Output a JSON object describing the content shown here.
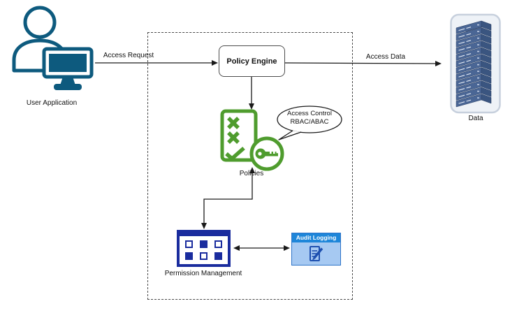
{
  "diagram_title": "access-control-flow",
  "boundary": {
    "style": "dashed-rectangle"
  },
  "nodes": {
    "user_application": {
      "label": "User Application",
      "icon": "person-at-computer-icon"
    },
    "policy_engine": {
      "label": "Policy Engine",
      "shape": "rounded-rectangle"
    },
    "data": {
      "label": "Data",
      "icon": "server-stack-icon"
    },
    "policies": {
      "label": "Policies",
      "icon": "checklist-icon"
    },
    "access_key": {
      "icon": "key-icon"
    },
    "permission_management": {
      "label": "Permission Management",
      "icon": "permissions-grid-icon"
    },
    "audit_logging": {
      "label": "Audit Logging",
      "icon": "document-pencil-icon"
    }
  },
  "edges": {
    "access_request": {
      "label": "Access Request",
      "from": "user_application",
      "to": "policy_engine",
      "direction": "one-way"
    },
    "access_data": {
      "label": "Access Data",
      "from": "policy_engine",
      "to": "data",
      "direction": "one-way"
    },
    "engine_to_policies": {
      "label": "",
      "from": "policy_engine",
      "to": "policies",
      "direction": "one-way"
    },
    "policies_permission": {
      "label": "",
      "from": "policies",
      "to": "permission_management",
      "direction": "two-way"
    },
    "permission_audit": {
      "label": "",
      "from": "permission_management",
      "to": "audit_logging",
      "direction": "two-way"
    }
  },
  "callout": {
    "line1": "Access Control",
    "line2": "RBAC/ABAC",
    "points_to": "access_key"
  },
  "colors": {
    "teal": "#0D5A7E",
    "green": "#4F9C2E",
    "navy": "#1A2C9E",
    "audit_header_blue": "#1E86D9",
    "audit_body_blue": "#A6C9F2",
    "audit_icon_blue": "#1D4FAF",
    "server_front": "#4A6695",
    "server_side": "#3A5580",
    "server_top": "#8A9DC4",
    "connector": "#1A1A1A"
  }
}
